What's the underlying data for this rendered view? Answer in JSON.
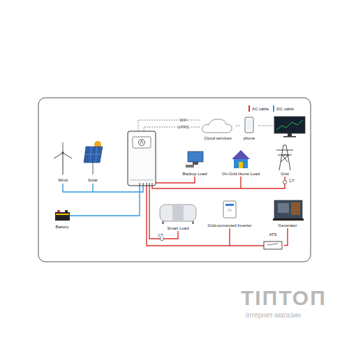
{
  "diagram": {
    "nodes": [
      {
        "text": [
          "Wind"
        ]
      },
      {
        "text": [
          "Solar"
        ]
      },
      {
        "text": [
          "Cloud services"
        ]
      },
      {
        "text": [
          "phone"
        ]
      },
      {
        "text": [
          "Backup Load"
        ]
      },
      {
        "text": [
          "On-Grid Home Load"
        ]
      },
      {
        "text": [
          "Grid"
        ]
      },
      {
        "text": [
          "Battery"
        ]
      },
      {
        "text": [
          "Smart Load"
        ]
      },
      {
        "text": [
          "Grid-connected Inverter"
        ]
      },
      {
        "text": [
          "Generator"
        ]
      },
      {
        "text": [
          "ATS"
        ]
      }
    ],
    "edges": [
      {
        "from": 2,
        "to": 3,
        "arrow": "none"
      },
      {
        "from": 10,
        "to": 11,
        "arrow": "none"
      }
    ],
    "labels": [
      "WiFi",
      "GPRS",
      "CT",
      "CT",
      "ТІПТОП",
      "інтернет-магазин"
    ],
    "legend": [
      {
        "text": "AC cable",
        "color": "#d9302c"
      },
      {
        "text": "DC cable",
        "color": "#2f9be0"
      }
    ]
  }
}
